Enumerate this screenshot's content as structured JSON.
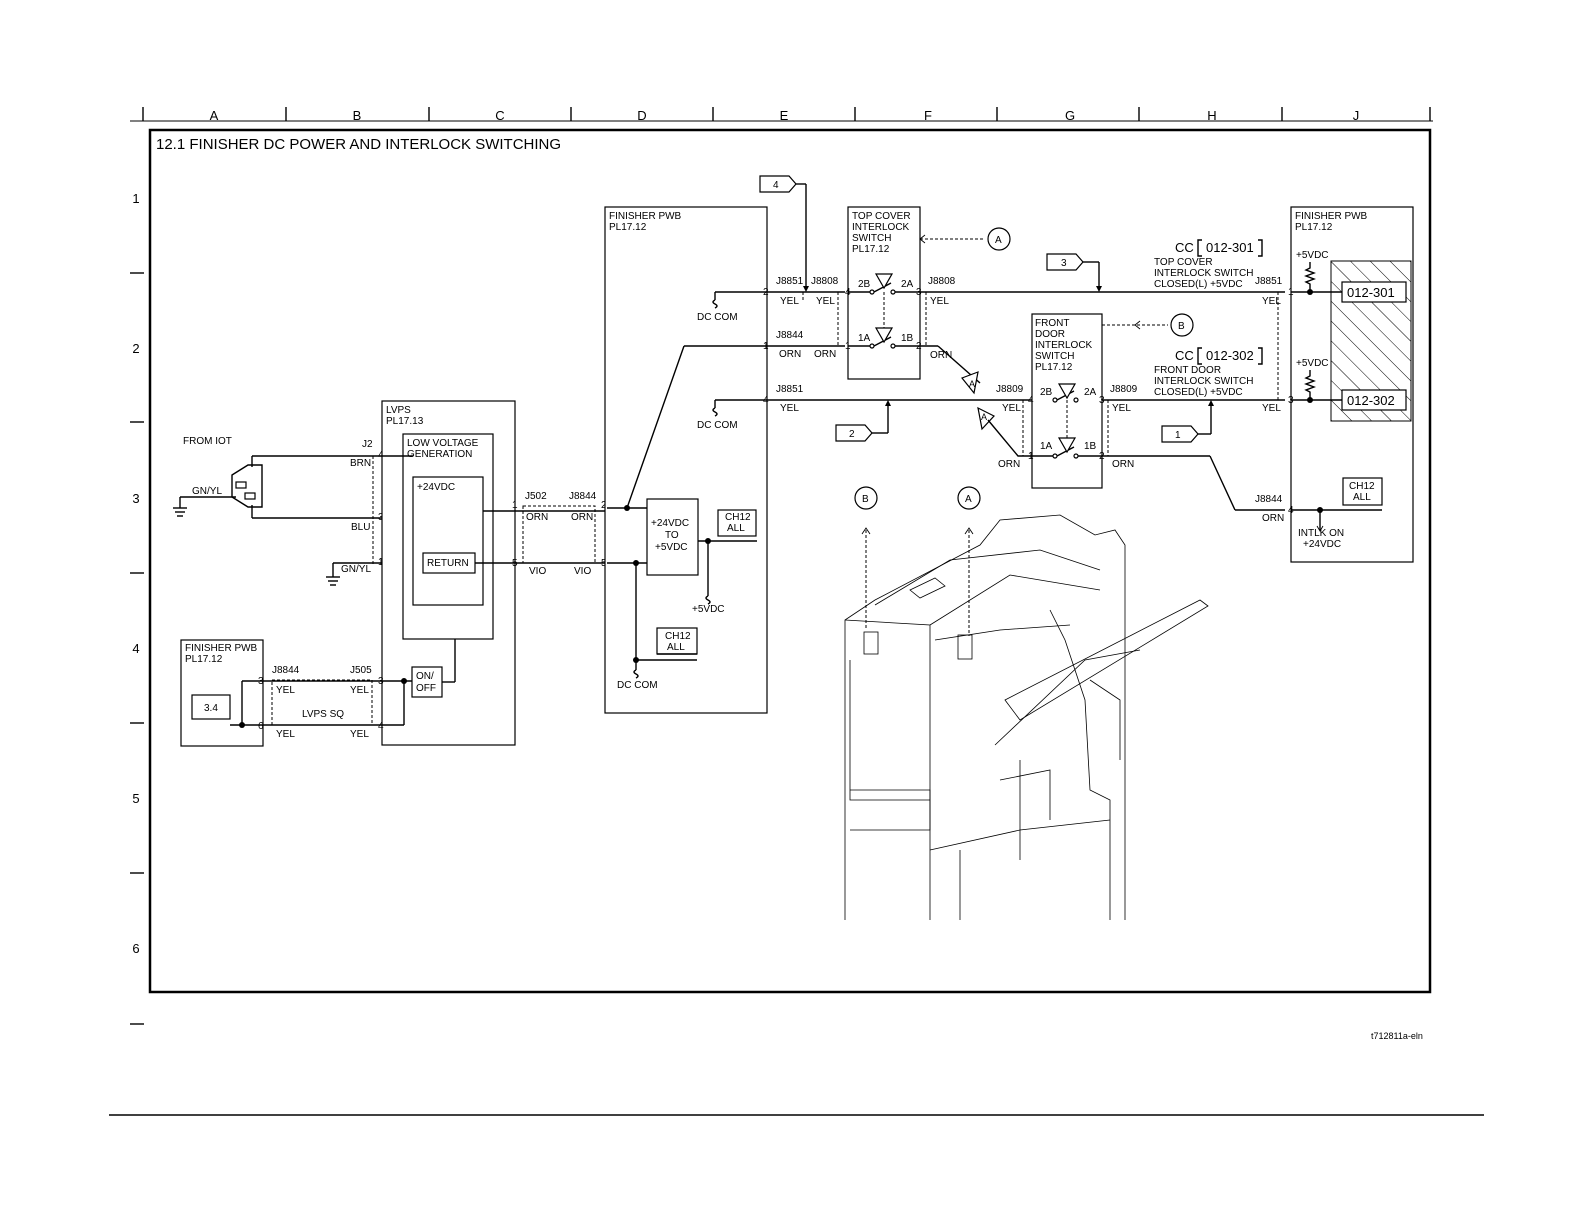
{
  "title": "12.1 FINISHER DC POWER AND INTERLOCK SWITCHING",
  "column_labels": [
    "A",
    "B",
    "C",
    "D",
    "E",
    "F",
    "G",
    "H",
    "J"
  ],
  "row_labels": [
    "1",
    "2",
    "3",
    "4",
    "5",
    "6"
  ],
  "figure_id": "t712811a-eln",
  "from_iot": "FROM IOT",
  "wires": {
    "yel": "YEL",
    "orn": "ORN",
    "brn": "BRN",
    "blu": "BLU",
    "vio": "VIO",
    "gnyl": "GN/YL"
  },
  "connectors": {
    "j2": "J2",
    "j502": "J502",
    "j505": "J505",
    "j8844": "J8844",
    "j8851": "J8851",
    "j8808": "J8808",
    "j8809": "J8809"
  },
  "pins": {
    "p1": "1",
    "p2": "2",
    "p3": "3",
    "p4": "4",
    "p5": "5",
    "p6": "6"
  },
  "lvps": {
    "name": "LVPS",
    "pl": "PL17.13",
    "lv1": "LOW VOLTAGE",
    "lv2": "GENERATION",
    "v24": "+24VDC",
    "ret": "RETURN",
    "on": "ON/",
    "off": "OFF"
  },
  "finisher_pwb": {
    "name": "FINISHER PWB",
    "pl": "PL17.12"
  },
  "lvps_sq": "LVPS SQ",
  "sheet_ref": "3.4",
  "dc_com": "DC COM",
  "conv": {
    "l1": "+24VDC",
    "l2": "TO",
    "l3": "+5VDC"
  },
  "v5": "+5VDC",
  "ch12": {
    "l1": "CH12",
    "l2": "ALL"
  },
  "top_switch": {
    "l1": "TOP COVER",
    "l2": "INTERLOCK",
    "l3": "SWITCH",
    "l4": "PL17.12"
  },
  "front_switch": {
    "l1": "FRONT",
    "l2": "DOOR",
    "l3": "INTERLOCK",
    "l4": "SWITCH",
    "l5": "PL17.12"
  },
  "contacts": {
    "c2b": "2B",
    "c2a": "2A",
    "c1a": "1A",
    "c1b": "1B"
  },
  "refs": {
    "a": "A",
    "b": "B",
    "f1": "1",
    "f2": "2",
    "f3": "3",
    "f4": "4"
  },
  "cc": "CC",
  "fault_301": {
    "code": "012-301",
    "l1": "TOP COVER",
    "l2": "INTERLOCK SWITCH",
    "l3": "CLOSED(L) +5VDC"
  },
  "fault_302": {
    "code": "012-302",
    "l1": "FRONT DOOR",
    "l2": "INTERLOCK SWITCH",
    "l3": "CLOSED(L) +5VDC"
  },
  "intlk": {
    "l1": "INTLK ON",
    "l2": "+24VDC"
  }
}
